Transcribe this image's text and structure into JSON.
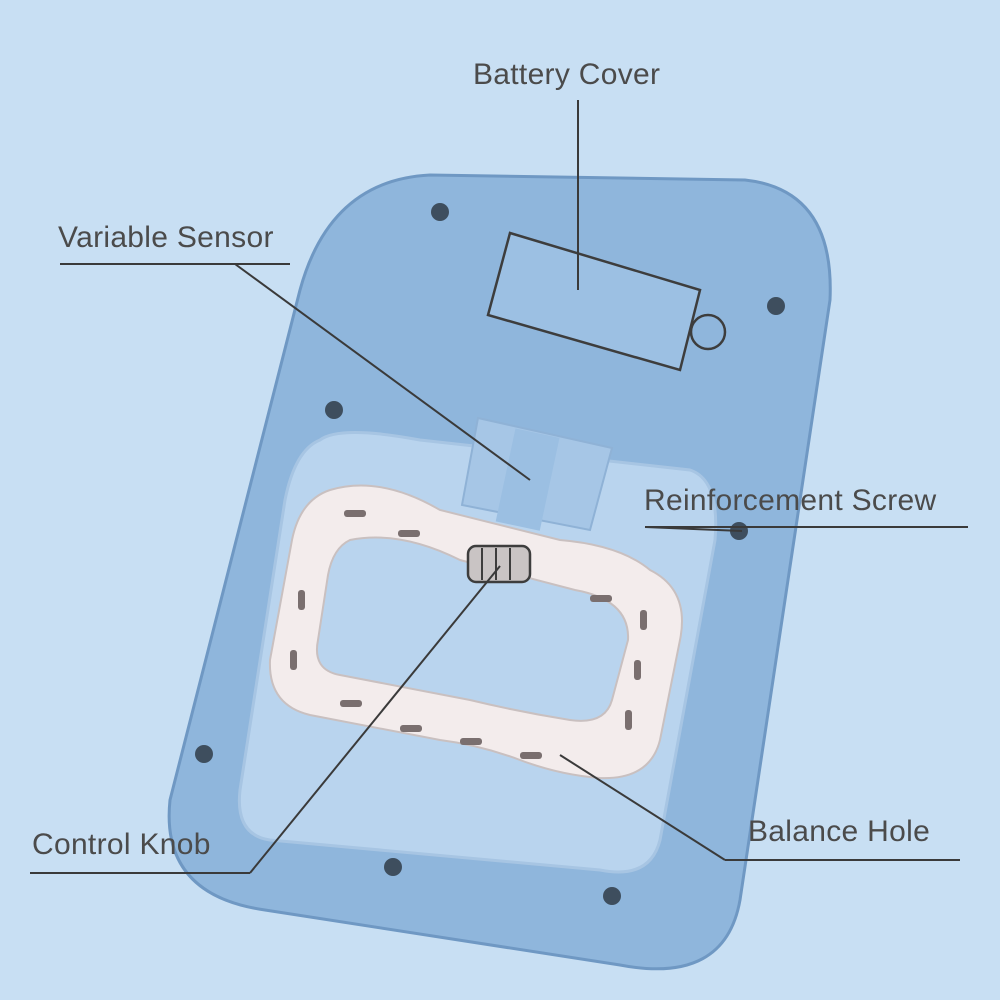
{
  "labels": {
    "battery_cover": "Battery Cover",
    "variable_sensor": "Variable Sensor",
    "reinforcement_screw": "Reinforcement Screw",
    "control_knob": "Control Knob",
    "balance_hole": "Balance Hole"
  },
  "colors": {
    "background": "#c8dff3",
    "device_body": "#8fb6dc",
    "device_edge": "#6f98c3",
    "handle": "#f3ecec",
    "label_text": "#4b4b4b",
    "leader_line": "#3a3a3a"
  }
}
